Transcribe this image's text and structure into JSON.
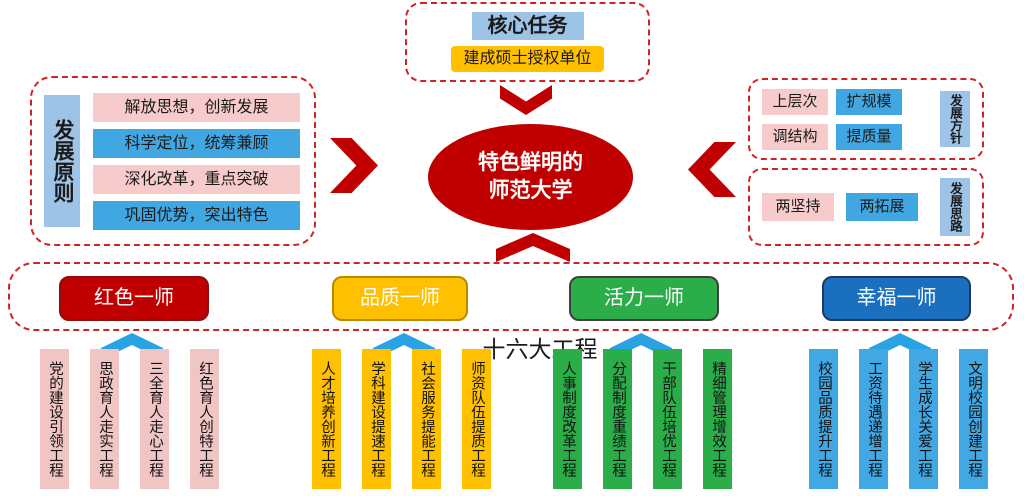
{
  "colors": {
    "accent_red": "#C00000",
    "gold": "#FFC000",
    "bright_blue": "#41A7E2",
    "pale_blue": "#9DC3E6",
    "pink": "#F7CBCB",
    "green": "#2BAD49",
    "deep_blue": "#1B6FBF",
    "arrow_blue": "#29A3E3",
    "dashed_border": "#D02424"
  },
  "top": {
    "title": "核心任务",
    "subtitle": "建成硕士授权单位"
  },
  "center": {
    "line1": "特色鲜明的",
    "line2": "师范大学"
  },
  "left_panel": {
    "label": "发展原则",
    "items": [
      "解放思想，创新发展",
      "科学定位，统筹兼顾",
      "深化改革，重点突破",
      "巩固优势，突出特色"
    ]
  },
  "right_top_panel": {
    "label": "发展方针",
    "items": [
      "上层次",
      "扩规模",
      "调结构",
      "提质量"
    ]
  },
  "right_bottom_panel": {
    "label": "发展思路",
    "items": [
      "两坚持",
      "两拓展"
    ]
  },
  "band": {
    "pillars": [
      {
        "label": "红色一师",
        "color": "#C00000"
      },
      {
        "label": "品质一师",
        "color": "#FFC000"
      },
      {
        "label": "活力一师",
        "color": "#2BAD49"
      },
      {
        "label": "幸福一师",
        "color": "#1B6FBF"
      }
    ]
  },
  "projects": {
    "title": "十六大工程",
    "groups": [
      {
        "color": "#F2C5C5",
        "items": [
          "党的建设引领工程",
          "思政育人走实工程",
          "三全育人走心工程",
          "红色育人创特工程"
        ]
      },
      {
        "color": "#FFC000",
        "items": [
          "人才培养创新工程",
          "学科建设提速工程",
          "社会服务提能工程",
          "师资队伍提质工程"
        ]
      },
      {
        "color": "#2BAD49",
        "items": [
          "人事制度改革工程",
          "分配制度重绩工程",
          "干部队伍培优工程",
          "精细管理增效工程"
        ]
      },
      {
        "color": "#41A8E3",
        "items": [
          "校园品质提升工程",
          "工资待遇递增工程",
          "学生成长关爱工程",
          "文明校园创建工程"
        ]
      }
    ]
  }
}
